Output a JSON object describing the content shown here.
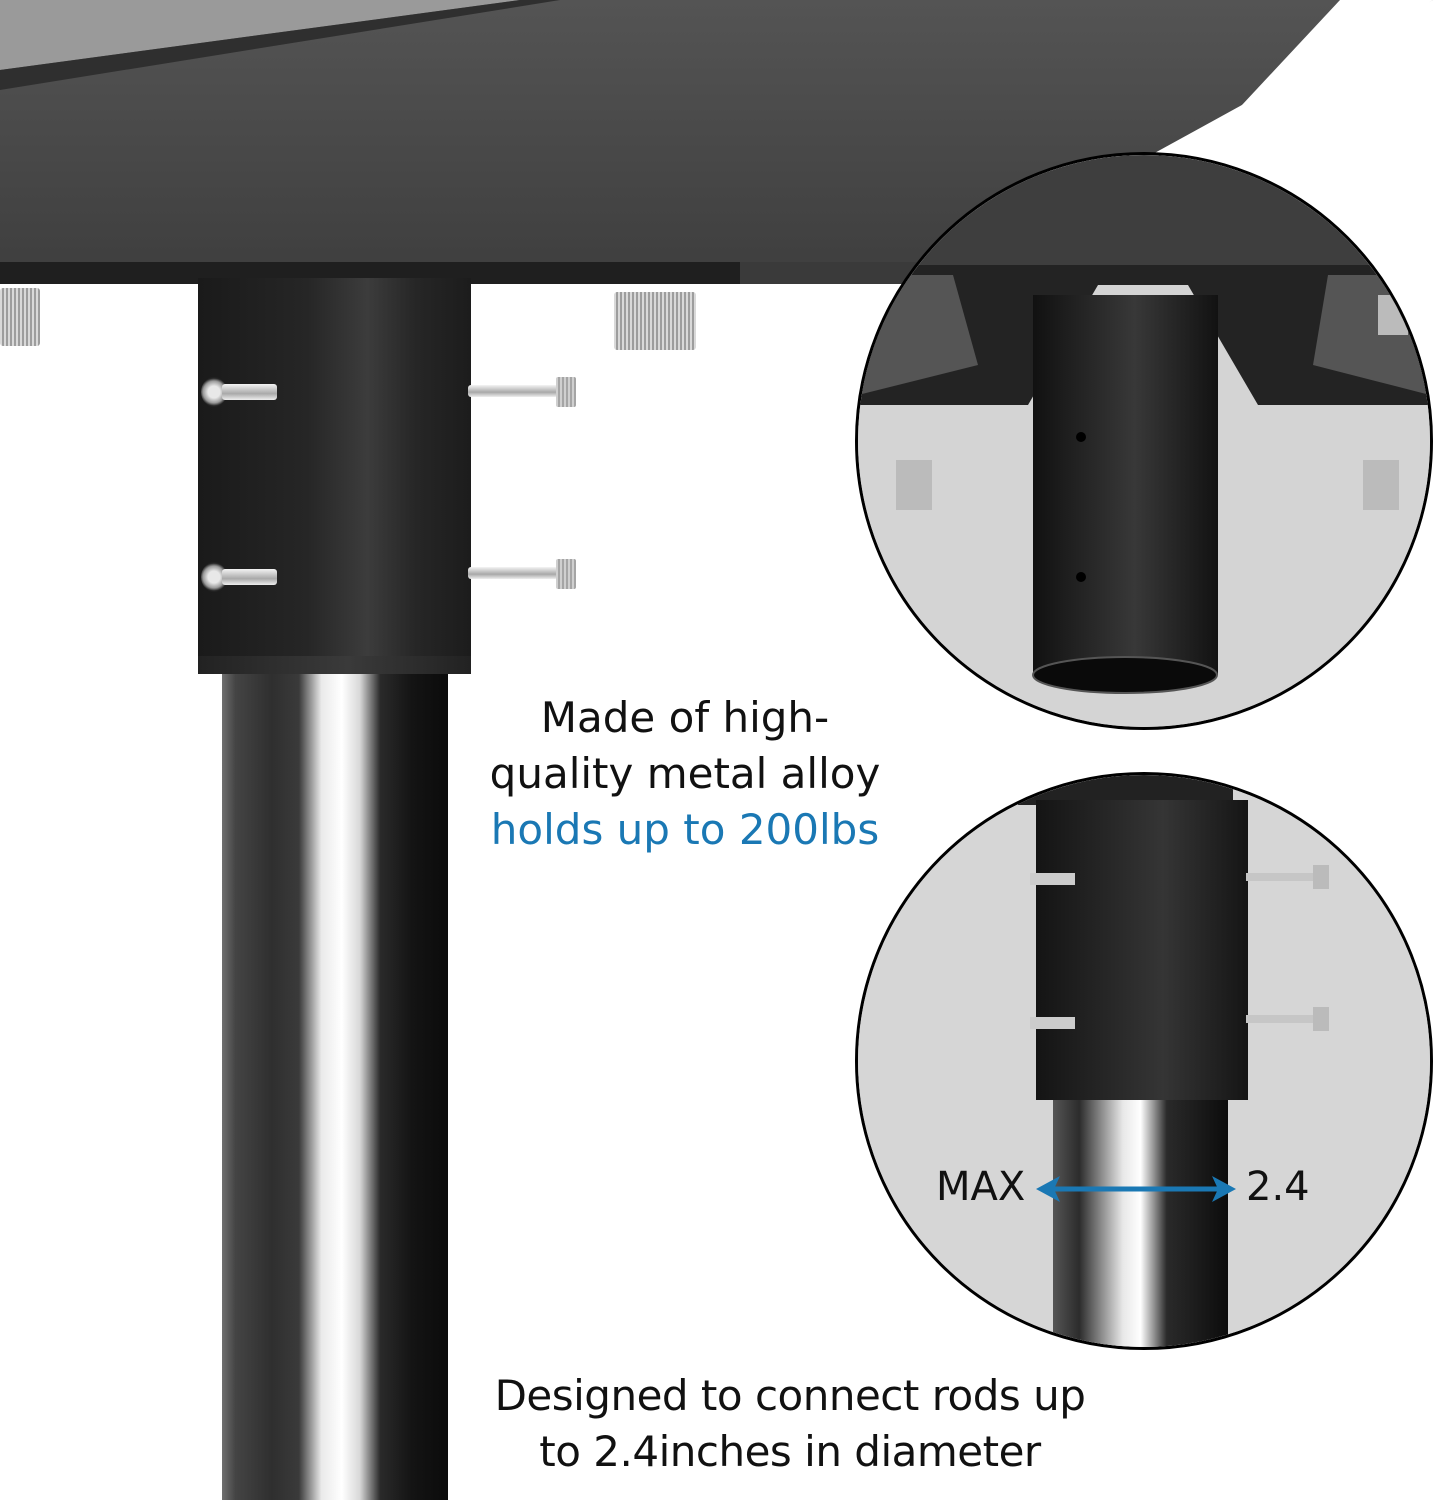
{
  "image": {
    "subject": "Table pole mount bracket with rod",
    "background_color": "#ffffff"
  },
  "captions": {
    "load": {
      "line1": "Made of high-",
      "line2": "quality metal alloy",
      "line3": "holds up to 200lbs",
      "accent_color": "#1a78b4"
    },
    "diameter": {
      "line1": "Designed to connect rods up",
      "line2": "to 2.4inches in diameter"
    }
  },
  "dimension": {
    "left_label": "MAX",
    "right_label": "2.4",
    "arrow_color": "#1a78b4"
  },
  "colors": {
    "tabletop": "#484848",
    "bracket": "#1e1e1e",
    "inset_background": "#d6d6d6",
    "inset_border": "#000000"
  }
}
